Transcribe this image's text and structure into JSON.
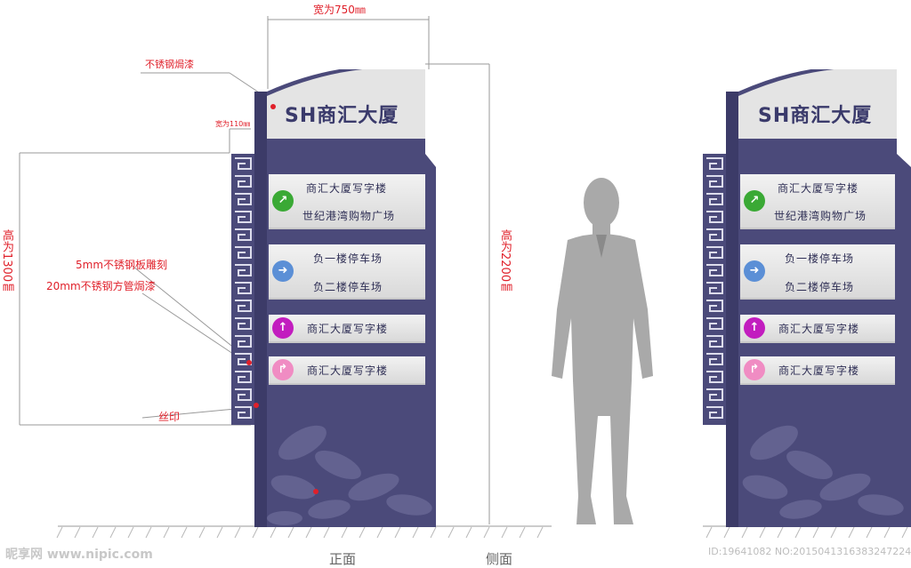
{
  "annotations": {
    "width": "宽为750㎜",
    "finish": "不锈钢焗漆",
    "frame_width": "宽为110㎜",
    "height_small": "高为1300㎜",
    "height_big": "高为2200㎜",
    "engrave": "5mm不锈钢板雕刻",
    "tube": "20mm不锈钢方管焗漆",
    "print": "丝印"
  },
  "sign": {
    "title": "SH商汇大厦",
    "panels": [
      {
        "lines": [
          "商汇大厦写字楼",
          "世纪港湾购物广场"
        ],
        "icon": "diagonal-arrow-icon",
        "icon_color": "#3aa935"
      },
      {
        "lines": [
          "负一楼停车场",
          "负二楼停车场"
        ],
        "icon": "right-arrow-icon",
        "icon_color": "#5b8fd6"
      },
      {
        "lines": [
          "商汇大厦写字楼"
        ],
        "icon": "up-turn-arrow-icon",
        "icon_color": "#c21dbf"
      },
      {
        "lines": [
          "商汇大厦写字楼"
        ],
        "icon": "right-turn-arrow-icon",
        "icon_color": "#f08cc3"
      }
    ]
  },
  "captions": {
    "front": "正面",
    "side": "侧面"
  },
  "watermark": {
    "left": "昵享网 www.nipic.com",
    "right": "ID:19641082 NO:20150413163832472249"
  },
  "colors": {
    "frame": "#4b4a7a",
    "accent": "#e0202a",
    "panel": "#e6e6e6",
    "title": "#3a3a6b"
  }
}
